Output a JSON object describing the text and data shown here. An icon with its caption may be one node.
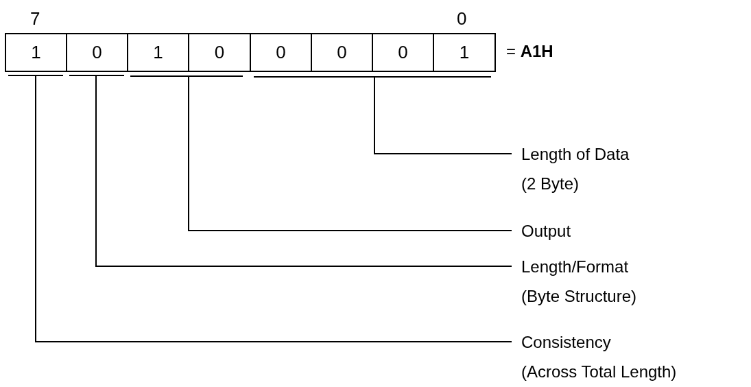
{
  "diagram": {
    "nodes": [
      {
        "text": [
          "1"
        ]
      },
      {
        "text": [
          "0"
        ]
      },
      {
        "text": [
          "1"
        ]
      },
      {
        "text": [
          "0"
        ]
      },
      {
        "text": [
          "0"
        ]
      },
      {
        "text": [
          "0"
        ]
      },
      {
        "text": [
          "0"
        ]
      },
      {
        "text": [
          "1"
        ]
      },
      {
        "text": [],
        "shape": "bar"
      },
      {
        "text": [],
        "shape": "bar"
      },
      {
        "text": [],
        "shape": "bar"
      },
      {
        "text": [],
        "shape": "bar"
      },
      {
        "text": [
          "Length of Data",
          "(2 Byte)"
        ]
      },
      {
        "text": [
          "Output"
        ]
      },
      {
        "text": [
          "Length/Format",
          "(Byte Structure)"
        ]
      },
      {
        "text": [
          "Consistency",
          "(Across Total Length)"
        ]
      }
    ],
    "edges": [
      {
        "from": 12,
        "to": 11,
        "arrow": "none"
      },
      {
        "from": 13,
        "to": 10,
        "arrow": "none"
      },
      {
        "from": 14,
        "to": 9,
        "arrow": "none"
      },
      {
        "from": 15,
        "to": 8,
        "arrow": "none"
      }
    ],
    "labels": [
      "7",
      "0",
      "= **A1H**"
    ]
  }
}
